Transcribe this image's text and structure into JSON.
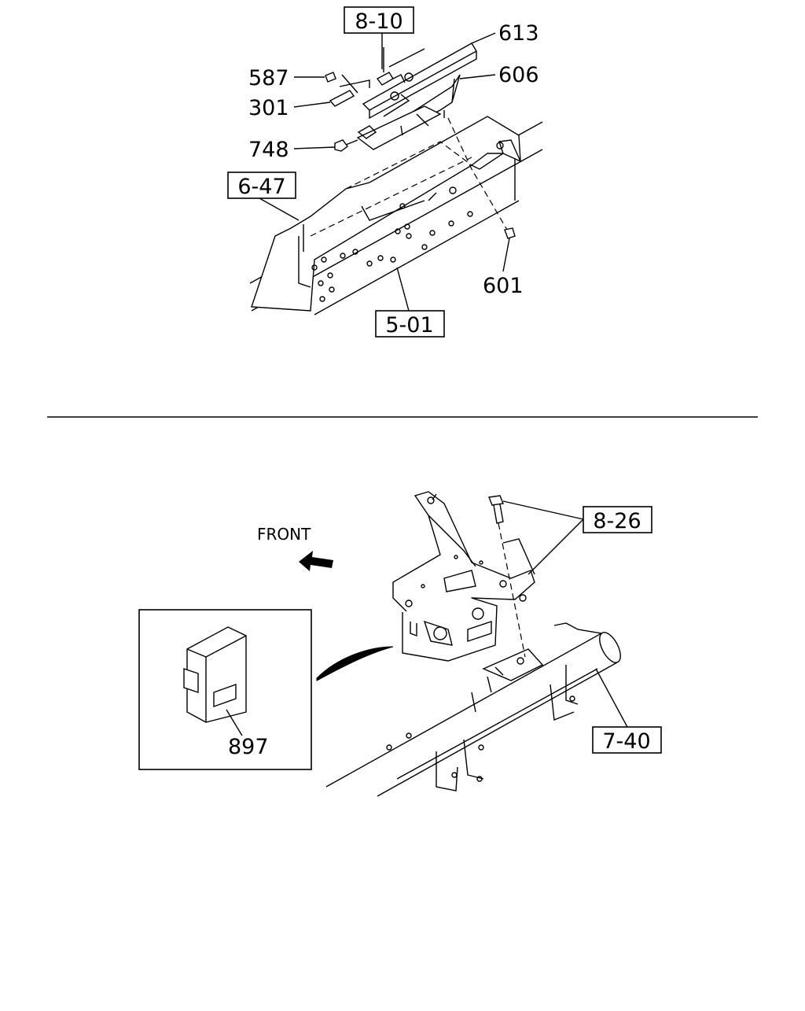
{
  "top_diagram": {
    "refs": {
      "ref_8_10": "8-10",
      "ref_6_47": "6-47",
      "ref_5_01": "5-01"
    },
    "parts": {
      "p613": "613",
      "p606": "606",
      "p587": "587",
      "p301": "301",
      "p748": "748",
      "p601": "601"
    }
  },
  "bottom_diagram": {
    "direction_label": "FRONT",
    "refs": {
      "ref_8_26": "8-26",
      "ref_7_40": "7-40"
    },
    "parts": {
      "p897": "897"
    }
  }
}
